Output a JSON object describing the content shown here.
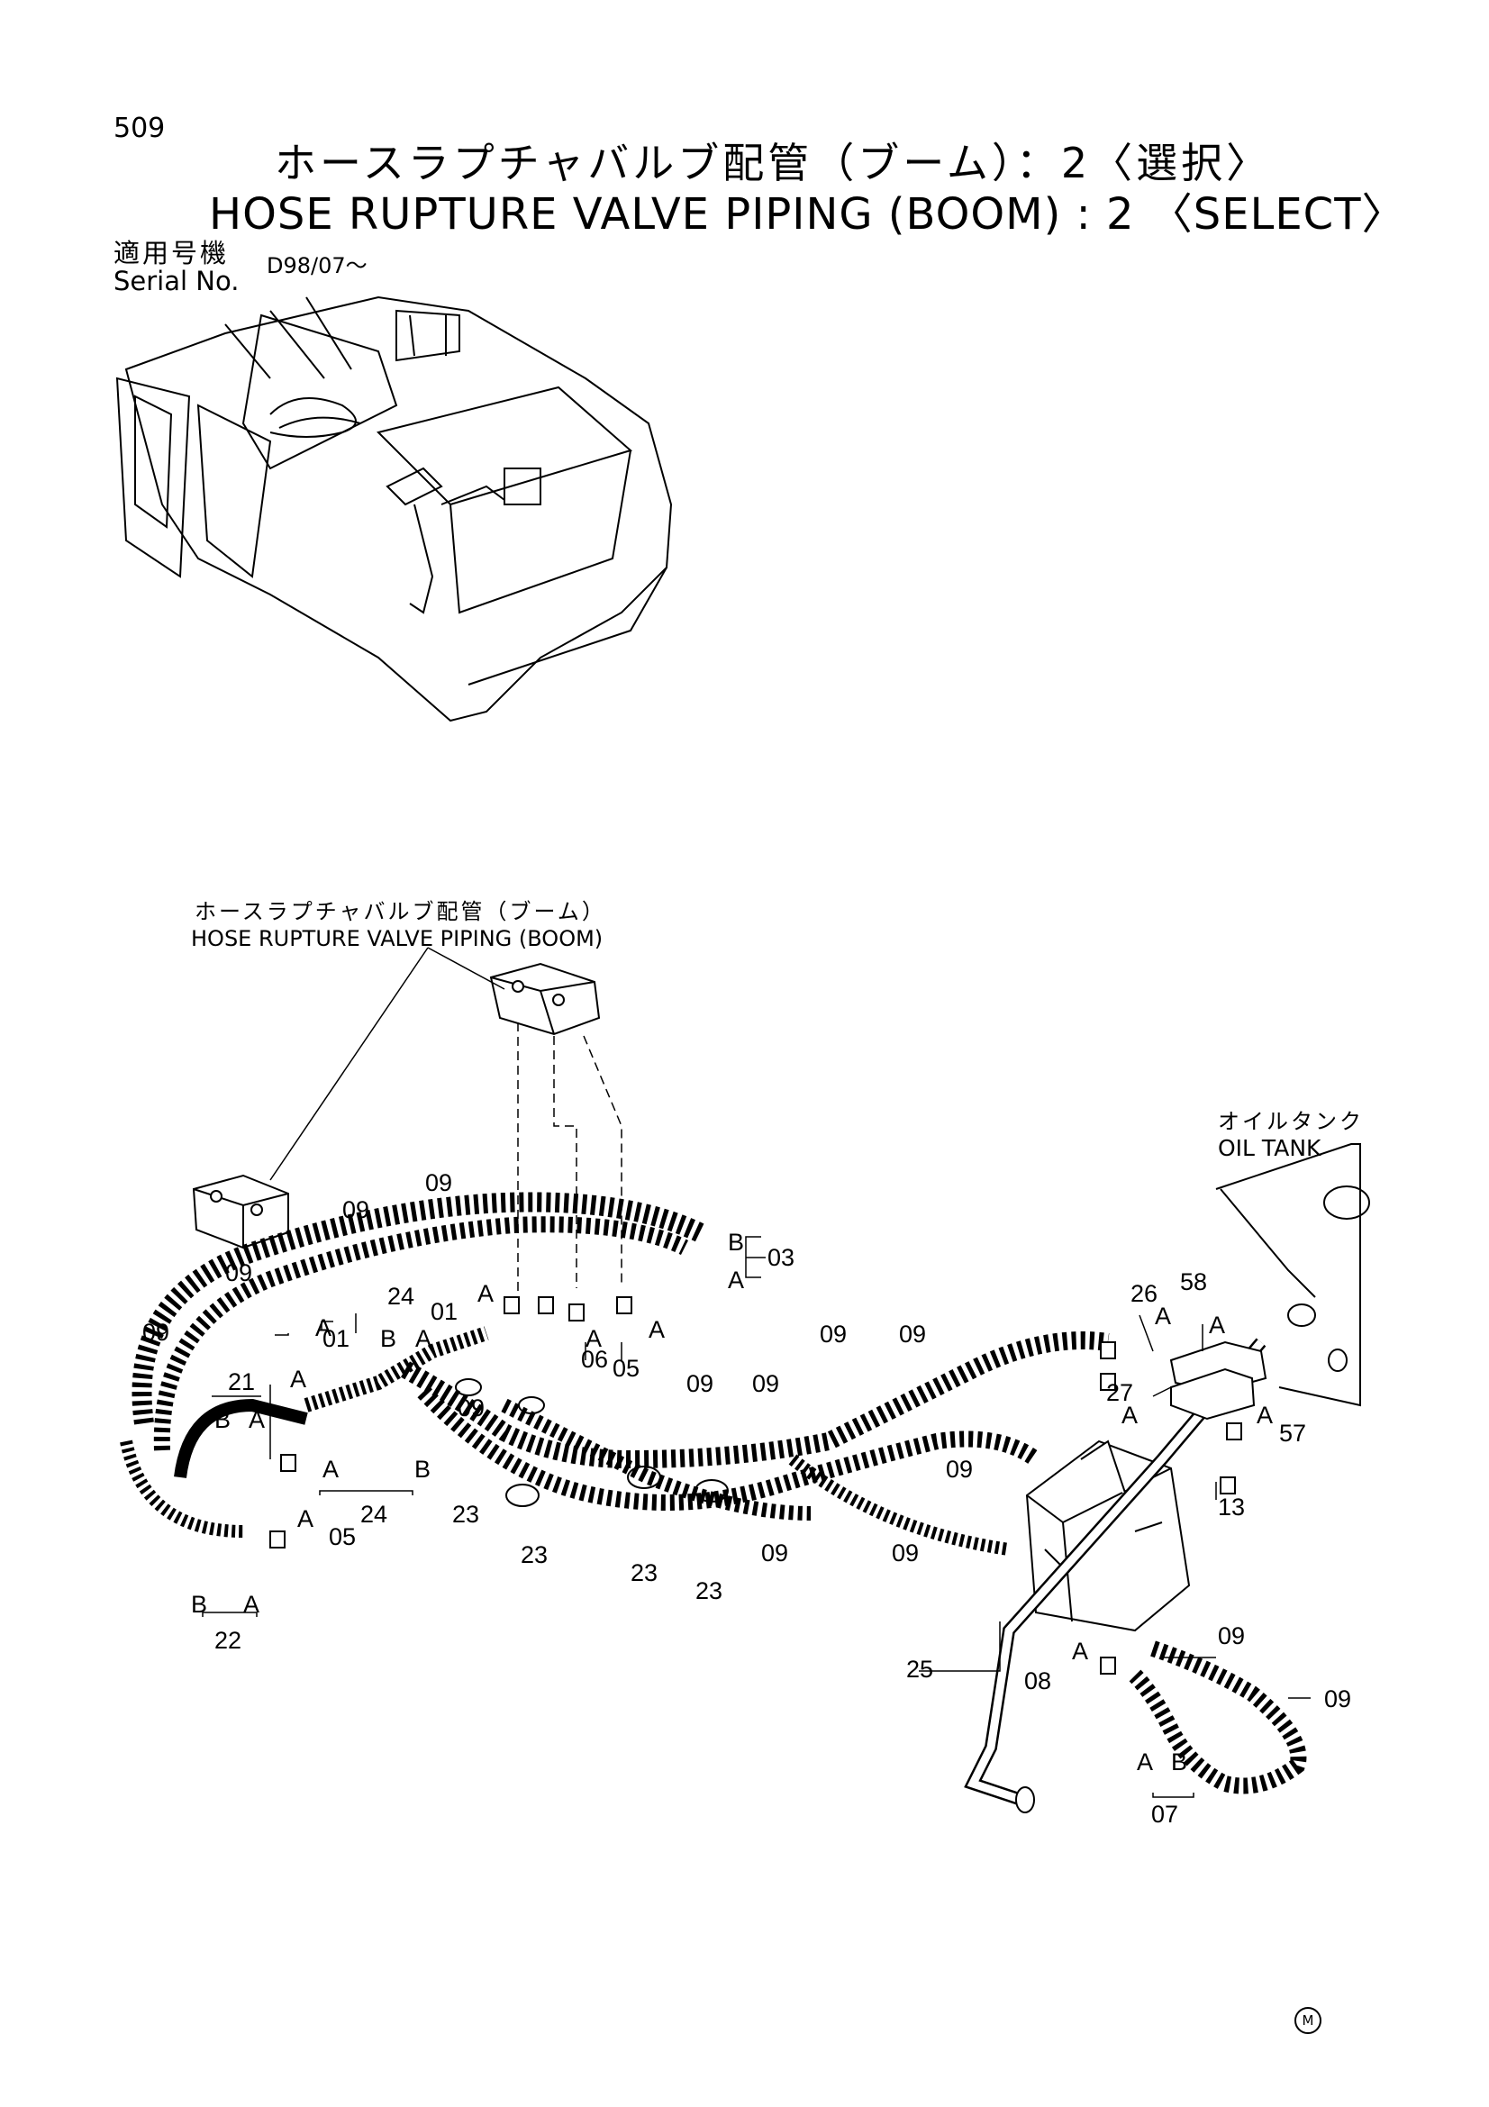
{
  "header": {
    "page_number": "509",
    "title_jp": "ホースラプチャバルブ配管（ブーム）：2〈選択〉",
    "title_en": "HOSE RUPTURE VALVE PIPING (BOOM) : 2 〈SELECT〉",
    "serial_label_jp": "適用号機",
    "serial_label_en": "Serial No.",
    "serial_value": "D98/07～"
  },
  "labels": {
    "assembly_jp": "ホースラプチャバルブ配管（ブーム）",
    "assembly_en": "HOSE RUPTURE VALVE PIPING (BOOM)",
    "tank_jp": "オイルタンク",
    "tank_en": "OIL TANK",
    "corner_mark": "M"
  },
  "callouts": {
    "c09a": "09",
    "c09b": "09",
    "c09c": "09",
    "c09d": "09",
    "c09e": "09",
    "c09f": "09",
    "c09g": "09",
    "c09h": "09",
    "c09i": "09",
    "c09j": "09",
    "c09k": "09",
    "c09l": "09",
    "c09m": "09",
    "c09n": "09",
    "c09o": "09",
    "c03": "03",
    "c01a": "01",
    "c01b": "01",
    "c06": "06",
    "c05a": "05",
    "c05b": "05",
    "c24a": "24",
    "c24b": "24",
    "c21": "21",
    "c22": "22",
    "c23a": "23",
    "c23b": "23",
    "c23c": "23",
    "c23d": "23",
    "c26": "26",
    "c58": "58",
    "c27": "27",
    "c57": "57",
    "c13": "13",
    "c25": "25",
    "c08": "08",
    "c07": "07",
    "A": "A",
    "B": "B"
  }
}
